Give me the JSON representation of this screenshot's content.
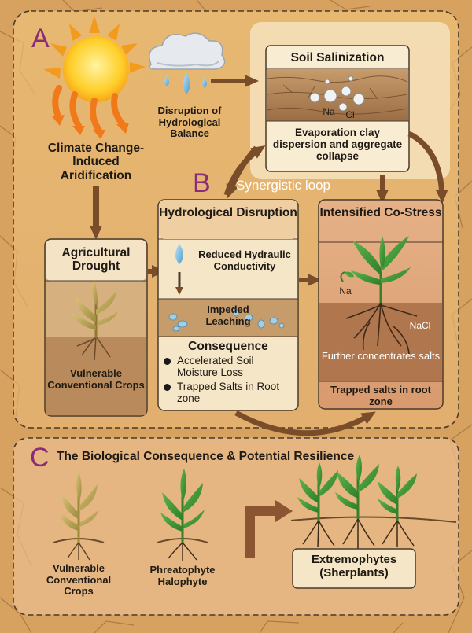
{
  "panel_a": {
    "letter": "A",
    "climate_label": "Climate Change-Induced Aridification",
    "disruption_label": "Disruption of Hydrological Balance",
    "salinization": {
      "title": "Soil Salinization",
      "ion_na": "Na",
      "ion_cl": "Cl",
      "caption": "Evaporation clay dispersion and aggregate collapse"
    }
  },
  "panel_b": {
    "letter": "B",
    "loop_label": "Synergistic loop",
    "drought": {
      "title": "Agricultural Drought",
      "caption": "Vulnerable Conventional Crops"
    },
    "hydro": {
      "title": "Hydrological Disruption",
      "reduced": "Reduced Hydraulic Conductivity",
      "leaching": "Impeded Leaching",
      "consequence_title": "Consequence",
      "bullets": [
        "Accelerated Soil Moisture Loss",
        "Trapped Salts in Root zone"
      ]
    },
    "costress": {
      "title": "Intensified Co-Stress",
      "ion_na": "Na",
      "ion_nacl": "NaCl",
      "concentrates": "Further concentrates salts",
      "trapped": "Trapped salts in root zone"
    }
  },
  "panel_c": {
    "letter": "C",
    "title": "The Biological Consequence & Potential Resilience",
    "crop_label": "Vulnerable Conventional Crops",
    "halophyte_label": "Phreatophyte Halophyte",
    "extremophytes_label": "Extremophytes (Sherplants)"
  },
  "colors": {
    "panel_border": "#5a4a3a",
    "arrow": "#7a4d2a",
    "box_fill": "#f4e3c4",
    "costress_fill": "#e9b58a",
    "loop_text": "#ffffff",
    "letter": "#8a2c78"
  },
  "icons": [
    "sun-icon",
    "cloud-icon",
    "water-drop-icon",
    "wilted-crop-icon",
    "healthy-plant-icon",
    "root-icon"
  ]
}
